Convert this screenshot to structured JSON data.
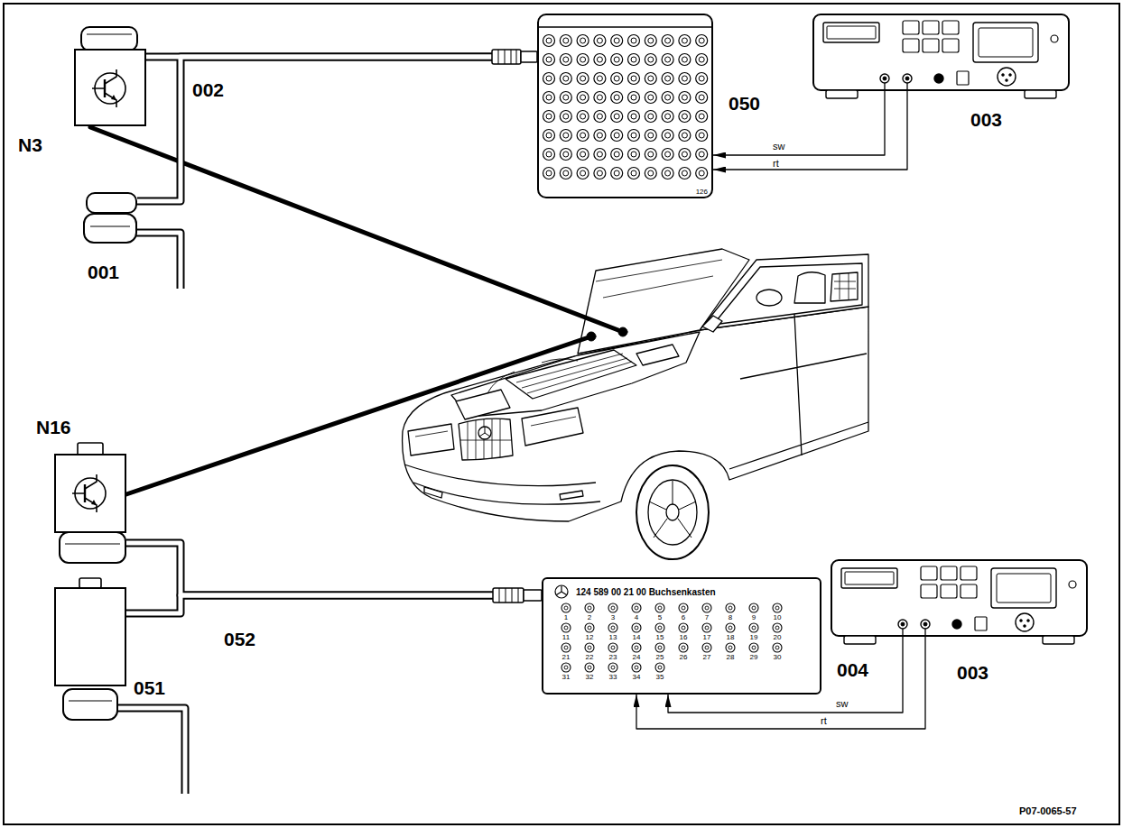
{
  "diagram": {
    "nodes": [
      {
        "text": [
          "N3"
        ]
      },
      {
        "text": [
          "050",
          "126"
        ]
      },
      {
        "text": [
          "003"
        ]
      },
      {
        "text": [
          "001"
        ]
      },
      {
        "text": [
          "N16"
        ]
      },
      {
        "text": [
          "004",
          "124 589 00 21 00 Buchsenkasten",
          "1",
          "2",
          "3",
          "4",
          "5",
          "6",
          "7",
          "8",
          "9",
          "10",
          "11",
          "12",
          "13",
          "14",
          "15",
          "16",
          "17",
          "18",
          "19",
          "20",
          "21",
          "22",
          "23",
          "24",
          "25",
          "26",
          "27",
          "28",
          "29",
          "30",
          "31",
          "32",
          "33",
          "34",
          "35"
        ]
      },
      {
        "text": [
          "003"
        ]
      },
      {
        "text": [
          "051"
        ]
      }
    ],
    "edges": [
      {
        "from": 0,
        "to": 1,
        "arrow": "none",
        "label": "002"
      },
      {
        "from": 3,
        "to": 1,
        "arrow": "none"
      },
      {
        "from": 2,
        "to": 1,
        "arrow": "to",
        "label": "sw"
      },
      {
        "from": 2,
        "to": 1,
        "arrow": "to",
        "label": "rt"
      },
      {
        "from": 4,
        "to": 5,
        "arrow": "none",
        "label": "052"
      },
      {
        "from": 7,
        "to": 5,
        "arrow": "none"
      },
      {
        "from": 6,
        "to": 5,
        "arrow": "to",
        "label": "sw"
      },
      {
        "from": 6,
        "to": 5,
        "arrow": "to",
        "label": "rt"
      }
    ],
    "labels": [
      "P07-0065-57"
    ]
  }
}
